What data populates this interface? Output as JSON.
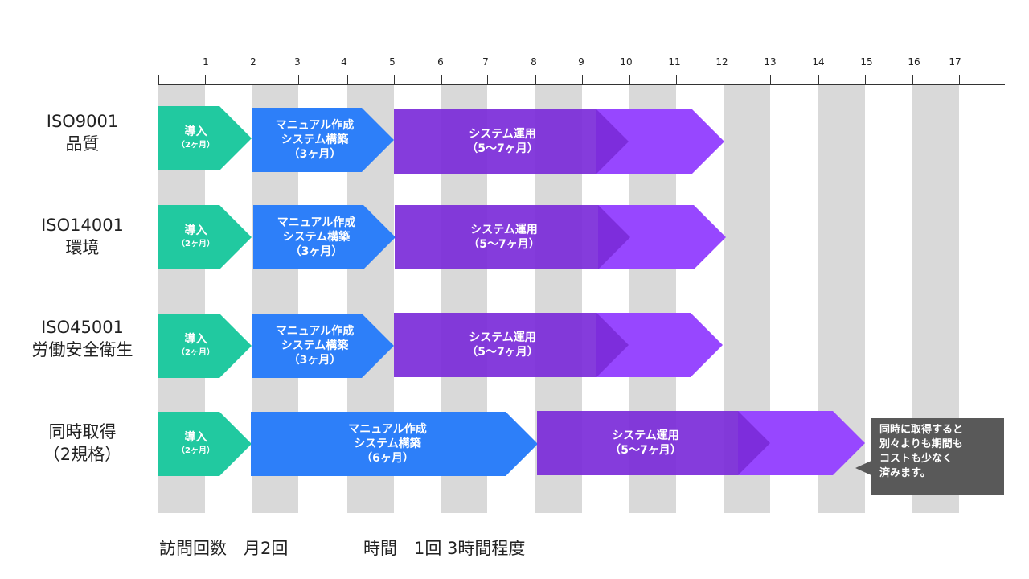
{
  "axis": {
    "ticks": [
      "1",
      "2",
      "3",
      "4",
      "5",
      "6",
      "7",
      "8",
      "9",
      "10",
      "11",
      "12",
      "13",
      "14",
      "15",
      "16",
      "17"
    ]
  },
  "colors": {
    "intro": "#21c9a0",
    "manual": "#2d7ff9",
    "ops_dark": "#7b2bd9",
    "ops_light": "#9747ff",
    "stripe": "#d9d9d9",
    "callout": "#595959"
  },
  "rows": [
    {
      "label_lines": [
        "ISO9001",
        "品質"
      ],
      "intro": {
        "title": "導入",
        "sub": "（2ヶ月）"
      },
      "manual": {
        "lines": [
          "マニュアル作成",
          "システム構築",
          "（3ヶ月）"
        ]
      },
      "ops": {
        "lines": [
          "システム運用",
          "（5～7ヶ月）"
        ]
      }
    },
    {
      "label_lines": [
        "ISO14001",
        "環境"
      ],
      "intro": {
        "title": "導入",
        "sub": "（2ヶ月）"
      },
      "manual": {
        "lines": [
          "マニュアル作成",
          "システム構築",
          "（3ヶ月）"
        ]
      },
      "ops": {
        "lines": [
          "システム運用",
          "（5～7ヶ月）"
        ]
      }
    },
    {
      "label_lines": [
        "ISO45001",
        "労働安全衛生"
      ],
      "intro": {
        "title": "導入",
        "sub": "（2ヶ月）"
      },
      "manual": {
        "lines": [
          "マニュアル作成",
          "システム構築",
          "（3ヶ月）"
        ]
      },
      "ops": {
        "lines": [
          "システム運用",
          "（5～7ヶ月）"
        ]
      }
    },
    {
      "label_lines": [
        "同時取得",
        "（2規格）"
      ],
      "intro": {
        "title": "導入",
        "sub": "（2ヶ月）"
      },
      "manual": {
        "lines": [
          "マニュアル作成",
          "システム構築",
          "（6ヶ月）"
        ]
      },
      "ops": {
        "lines": [
          "システム運用",
          "（5～7ヶ月）"
        ]
      }
    }
  ],
  "callout": {
    "lines": [
      "同時に取得すると",
      "別々よりも期間も",
      "コストも少なく",
      "済みます。"
    ]
  },
  "footer": {
    "visits": "訪問回数　月2回",
    "time": "時間　1回 3時間程度"
  }
}
